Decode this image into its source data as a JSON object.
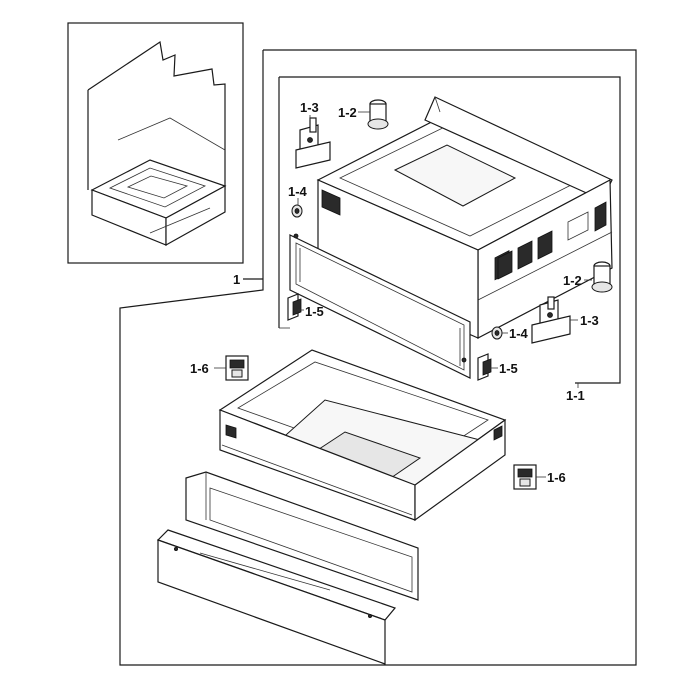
{
  "diagram": {
    "labels": {
      "assembly": "1",
      "drawer_frame": "1-1",
      "leg_left": "1-2",
      "leg_right": "1-2",
      "bracket_left": "1-3",
      "bracket_right": "1-3",
      "nut_left": "1-4",
      "nut_right": "1-4",
      "clip_left": "1-5",
      "clip_right": "1-5",
      "slide_left": "1-6",
      "slide_right": "1-6"
    }
  }
}
